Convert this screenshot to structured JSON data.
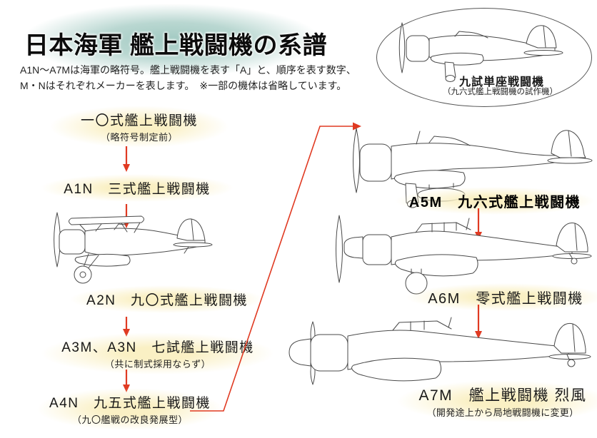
{
  "header": {
    "title": "日本海軍 艦上戦闘機の系譜",
    "subtitle_line1": "A1N～A7Mは海軍の略符号。艦上戦闘機を表す「A」と、順序を表す数字、",
    "subtitle_line2": "M・Nはそれぞれメーカーを表します。　※一部の機体は省略しています。"
  },
  "prototype_bubble": {
    "label": "九試単座戦闘機",
    "note": "（九六式艦上戦闘機の試作機）"
  },
  "flow": [
    {
      "label": "一〇式艦上戦闘機",
      "note": "（略符号制定前）"
    },
    {
      "label": "A1N　三式艦上戦闘機"
    },
    {
      "label": "A2N　九〇式艦上戦闘機"
    },
    {
      "label": "A3M、A3N　七試艦上戦闘機",
      "note": "（共に制式採用ならず）"
    },
    {
      "label": "A4N　九五式艦上戦闘機",
      "note": "（九〇艦戦の改良発展型）"
    }
  ],
  "lineage": [
    {
      "label": "A5M　九六式艦上戦闘機"
    },
    {
      "label": "A6M　零式艦上戦闘機"
    },
    {
      "label": "A7M　艦上戦闘機 烈風",
      "note": "（開発途上から局地戦闘機に変更）"
    }
  ],
  "icons": {
    "flow_arrows": "red-down-arrow-icon",
    "connector": "red-elbow-arrow-icon",
    "illustrations": [
      "kyushi-prototype-aircraft",
      "a2n-biplane-aircraft",
      "a5m-aircraft",
      "a6m-aircraft",
      "a7m-aircraft"
    ]
  },
  "colors": {
    "accent_red": "#e03a22",
    "title_glow": "#a2cac2",
    "label_glow": "#faf0c4",
    "line_art": "#4a4a4a"
  }
}
